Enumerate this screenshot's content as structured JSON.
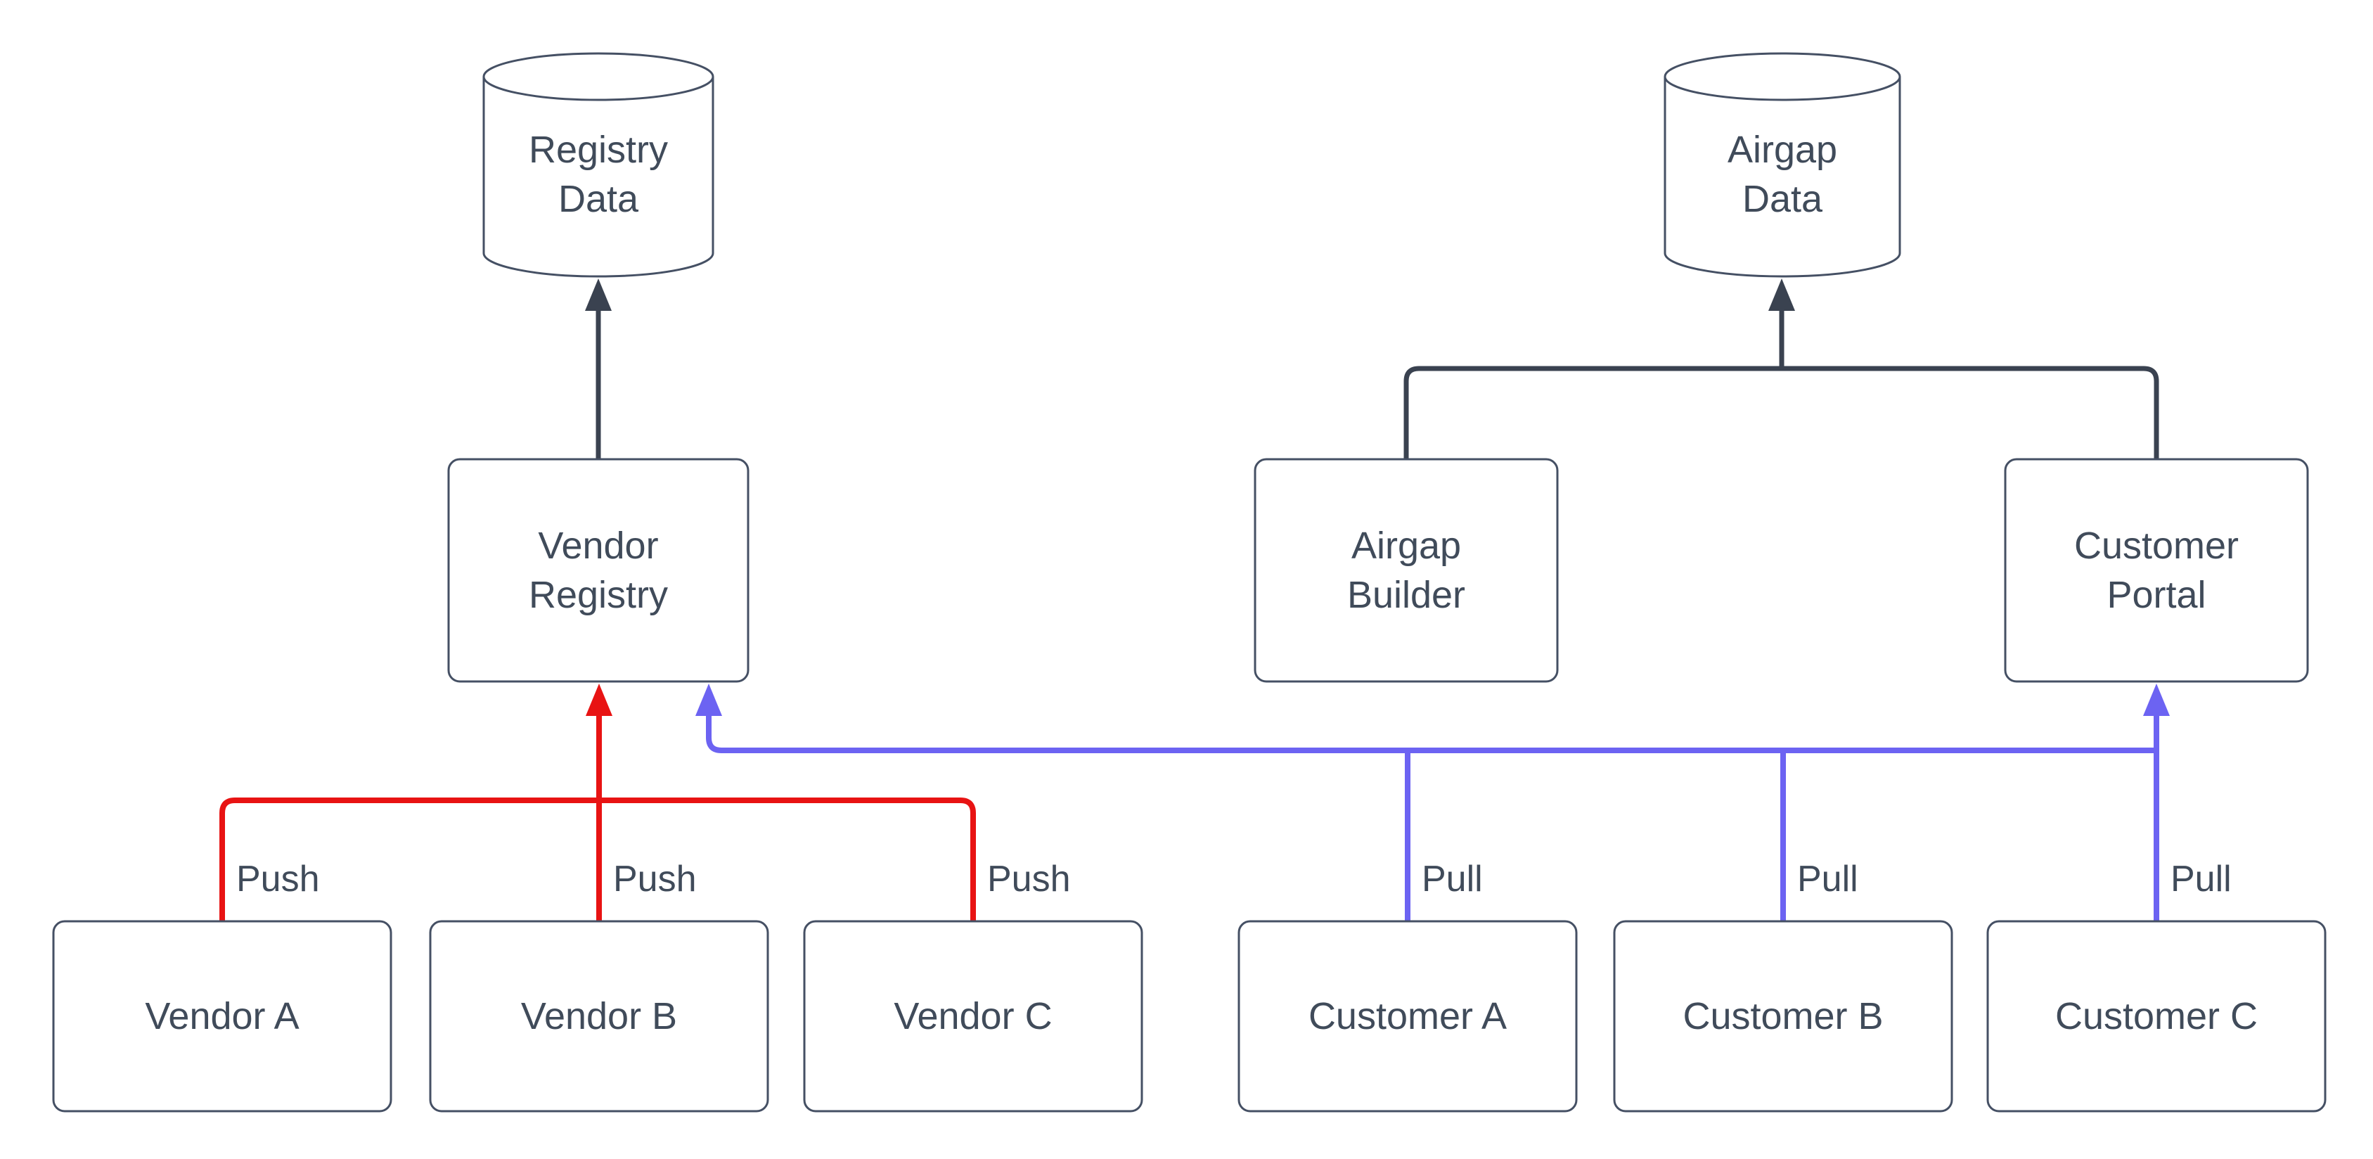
{
  "nodes": {
    "registry_data": {
      "label": "Registry Data",
      "shape": "cylinder"
    },
    "airgap_data": {
      "label": "Airgap Data",
      "shape": "cylinder"
    },
    "vendor_registry": {
      "label": "Vendor Registry",
      "shape": "rectangle"
    },
    "airgap_builder": {
      "label": "Airgap Builder",
      "shape": "rectangle"
    },
    "customer_portal": {
      "label": "Customer Portal",
      "shape": "rectangle"
    },
    "vendor_a": {
      "label": "Vendor A",
      "shape": "rectangle"
    },
    "vendor_b": {
      "label": "Vendor B",
      "shape": "rectangle"
    },
    "vendor_c": {
      "label": "Vendor C",
      "shape": "rectangle"
    },
    "customer_a": {
      "label": "Customer A",
      "shape": "rectangle"
    },
    "customer_b": {
      "label": "Customer B",
      "shape": "rectangle"
    },
    "customer_c": {
      "label": "Customer C",
      "shape": "rectangle"
    }
  },
  "edges": {
    "push_vendor_a": {
      "label": "Push",
      "from": "vendor_a",
      "to": "vendor_registry"
    },
    "push_vendor_b": {
      "label": "Push",
      "from": "vendor_b",
      "to": "vendor_registry"
    },
    "push_vendor_c": {
      "label": "Push",
      "from": "vendor_c",
      "to": "vendor_registry"
    },
    "pull_customer_a": {
      "label": "Pull",
      "from": "customer_a",
      "to": "vendor_registry_and_customer_portal"
    },
    "pull_customer_b": {
      "label": "Pull",
      "from": "customer_b",
      "to": "vendor_registry_and_customer_portal"
    },
    "pull_customer_c": {
      "label": "Pull",
      "from": "customer_c",
      "to": "vendor_registry_and_customer_portal"
    },
    "vendor_registry_to_registry_data": {
      "label": "",
      "from": "vendor_registry",
      "to": "registry_data"
    },
    "airgap_builder_to_airgap_data": {
      "label": "",
      "from": "airgap_builder",
      "to": "airgap_data"
    },
    "customer_portal_to_airgap_data": {
      "label": "",
      "from": "customer_portal",
      "to": "airgap_data"
    }
  },
  "colors": {
    "edge_dark": "#3a4250",
    "edge_push": "#e81313",
    "edge_pull": "#6c63f2",
    "shape_border": "#455064",
    "text": "#404b5a",
    "background": "#ffffff"
  }
}
